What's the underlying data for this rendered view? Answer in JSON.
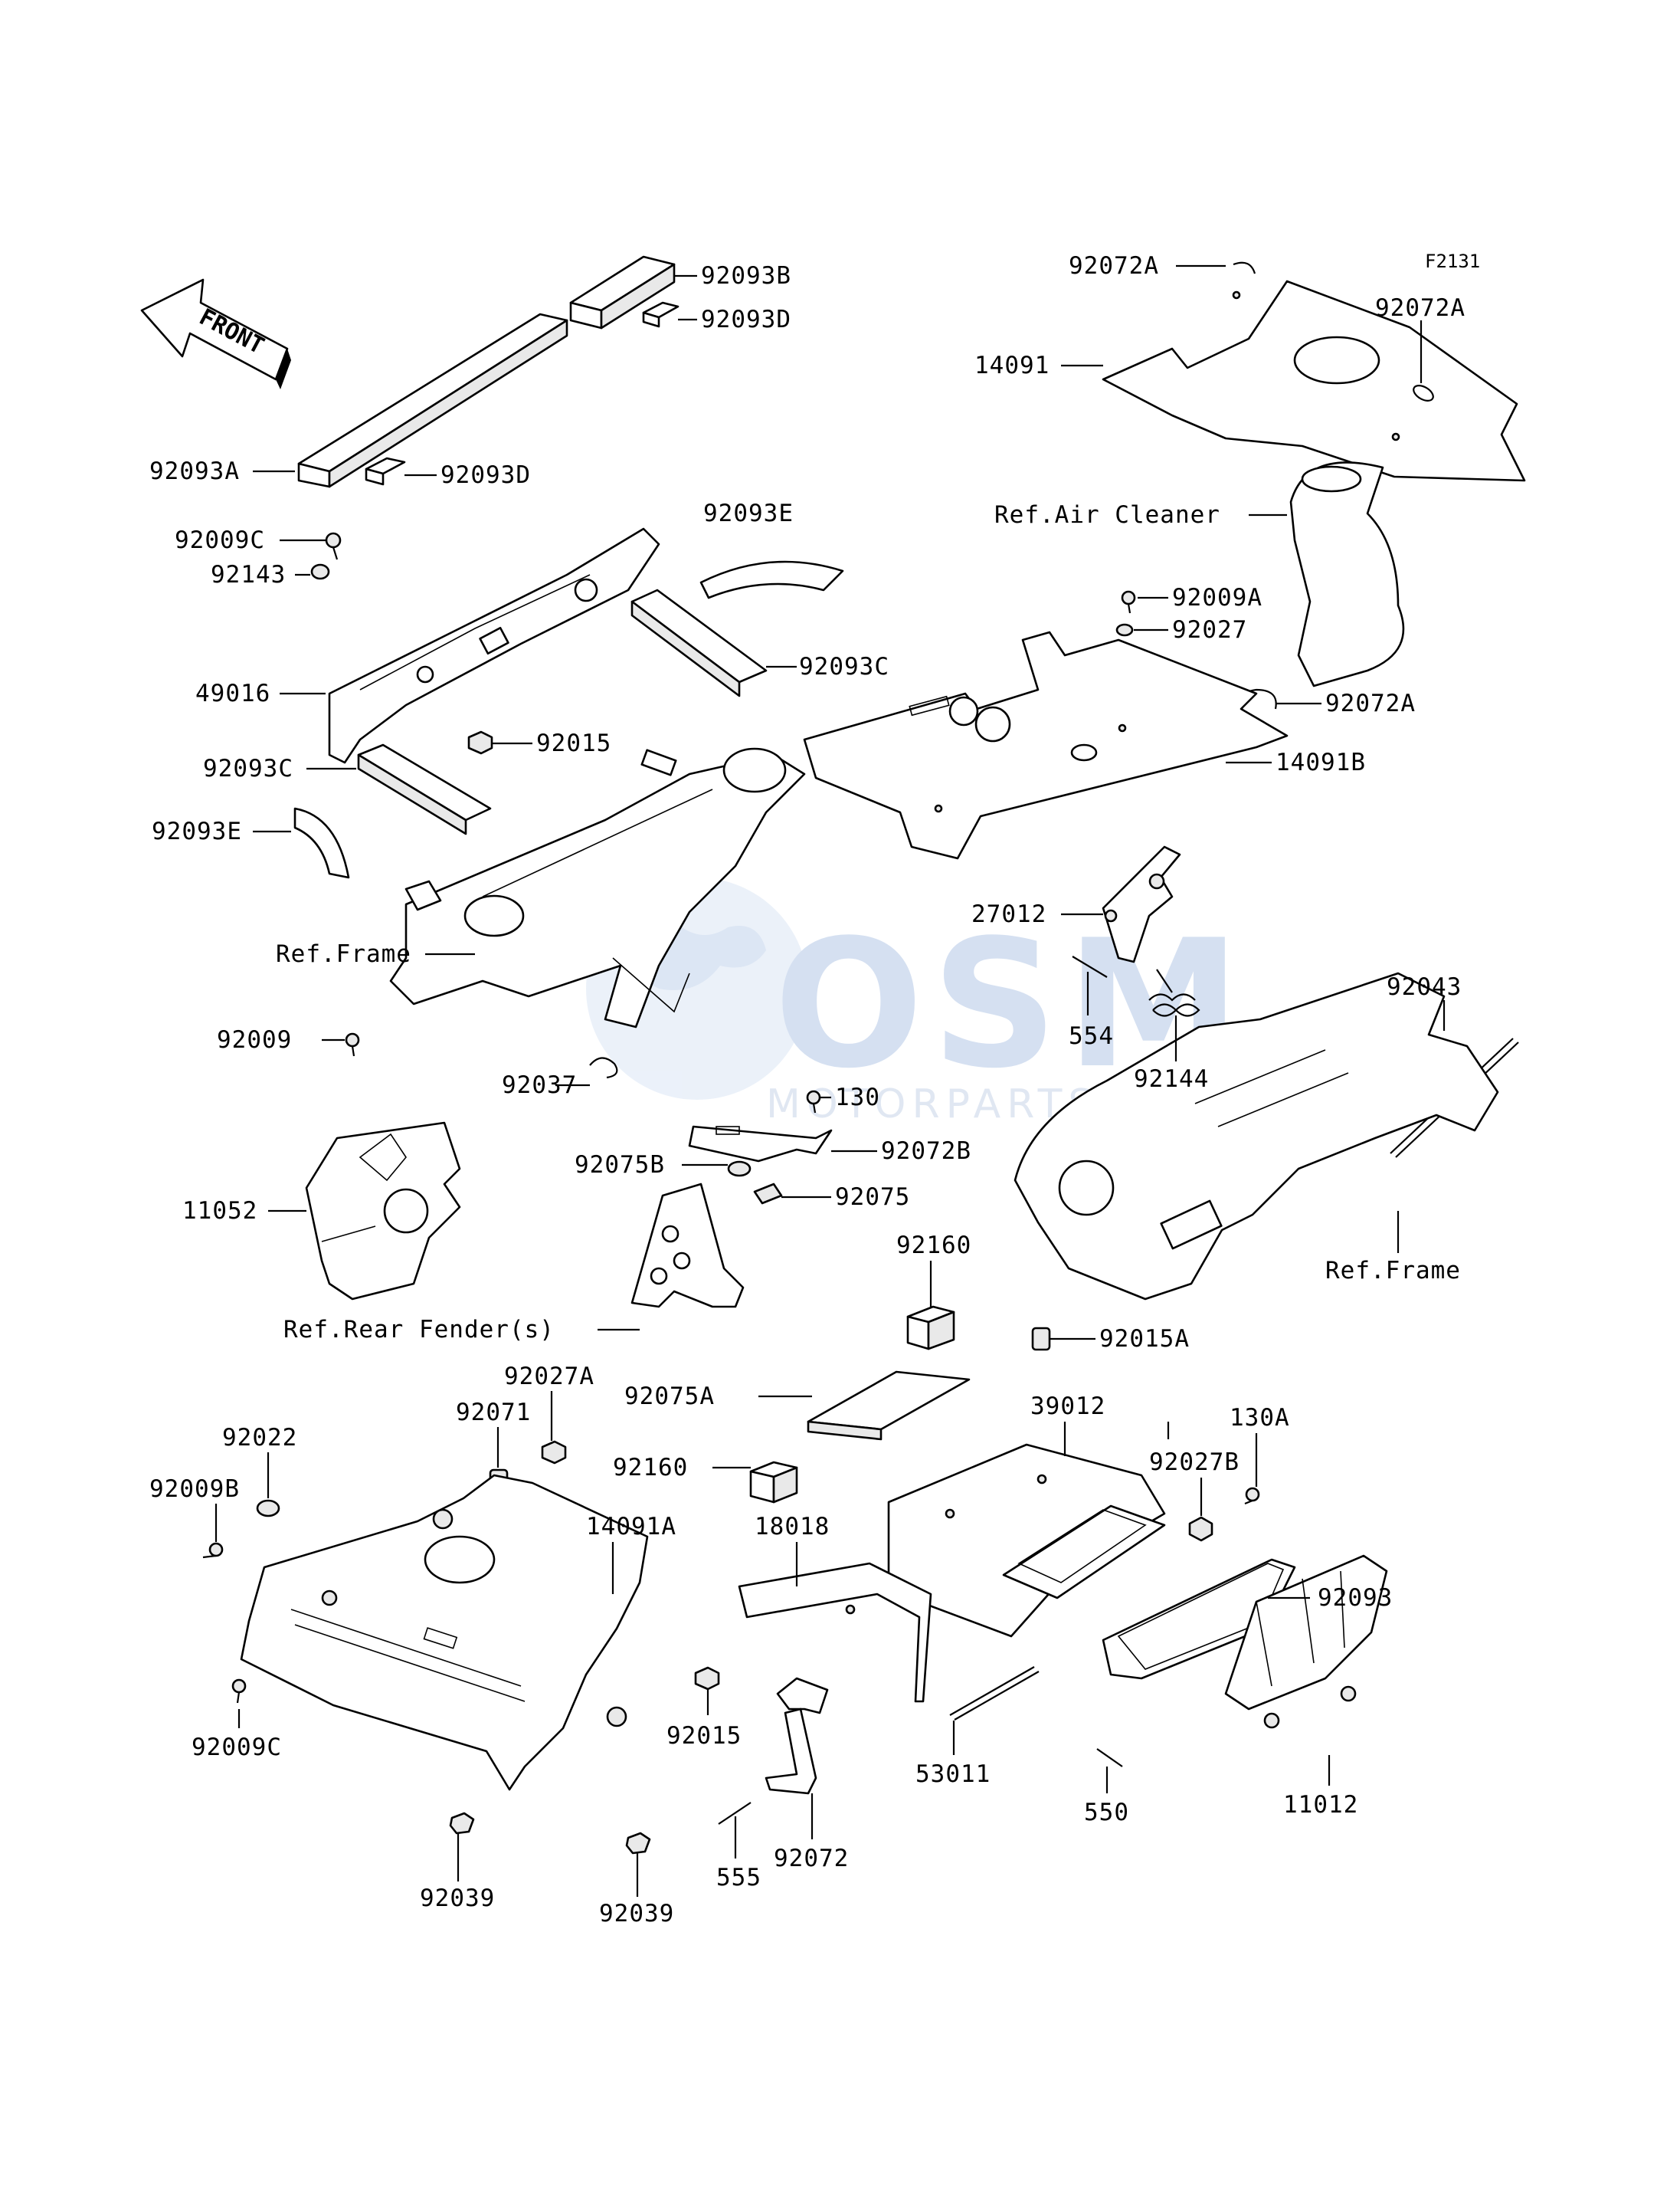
{
  "figure_code": "F2131",
  "front_arrow_label": "FRONT",
  "watermark": {
    "brand": "OSM",
    "tagline": "MOTORPARTS"
  },
  "callouts": [
    {
      "id": "92093B",
      "text": "92093B"
    },
    {
      "id": "92093D_top",
      "text": "92093D"
    },
    {
      "id": "92093A",
      "text": "92093A"
    },
    {
      "id": "92093D_mid",
      "text": "92093D"
    },
    {
      "id": "92009C_top",
      "text": "92009C"
    },
    {
      "id": "92143",
      "text": "92143"
    },
    {
      "id": "92093E_top",
      "text": "92093E"
    },
    {
      "id": "92093C_right",
      "text": "92093C"
    },
    {
      "id": "49016",
      "text": "49016"
    },
    {
      "id": "92015_top",
      "text": "92015"
    },
    {
      "id": "92093C_left",
      "text": "92093C"
    },
    {
      "id": "92093E_left",
      "text": "92093E"
    },
    {
      "id": "ref_frame_left",
      "text": "Ref.Frame"
    },
    {
      "id": "92072A_top",
      "text": "92072A"
    },
    {
      "id": "92072A_right",
      "text": "92072A"
    },
    {
      "id": "14091",
      "text": "14091"
    },
    {
      "id": "ref_air_cleaner",
      "text": "Ref.Air Cleaner"
    },
    {
      "id": "92009A",
      "text": "92009A"
    },
    {
      "id": "92027",
      "text": "92027"
    },
    {
      "id": "92072A_mid",
      "text": "92072A"
    },
    {
      "id": "14091B",
      "text": "14091B"
    },
    {
      "id": "27012",
      "text": "27012"
    },
    {
      "id": "554",
      "text": "554"
    },
    {
      "id": "92043",
      "text": "92043"
    },
    {
      "id": "92144",
      "text": "92144"
    },
    {
      "id": "ref_frame_right",
      "text": "Ref.Frame"
    },
    {
      "id": "92009",
      "text": "92009"
    },
    {
      "id": "92037",
      "text": "92037"
    },
    {
      "id": "130",
      "text": "130"
    },
    {
      "id": "92072B",
      "text": "92072B"
    },
    {
      "id": "92075B",
      "text": "92075B"
    },
    {
      "id": "92075",
      "text": "92075"
    },
    {
      "id": "11052",
      "text": "11052"
    },
    {
      "id": "92160_top",
      "text": "92160"
    },
    {
      "id": "ref_rear_fender",
      "text": "Ref.Rear Fender(s)"
    },
    {
      "id": "92015A",
      "text": "92015A"
    },
    {
      "id": "92075A",
      "text": "92075A"
    },
    {
      "id": "39012",
      "text": "39012"
    },
    {
      "id": "92027A",
      "text": "92027A"
    },
    {
      "id": "92071",
      "text": "92071"
    },
    {
      "id": "92022",
      "text": "92022"
    },
    {
      "id": "92009B",
      "text": "92009B"
    },
    {
      "id": "92160_mid",
      "text": "92160"
    },
    {
      "id": "130A",
      "text": "130A"
    },
    {
      "id": "92027B",
      "text": "92027B"
    },
    {
      "id": "14091A",
      "text": "14091A"
    },
    {
      "id": "18018",
      "text": "18018"
    },
    {
      "id": "92093",
      "text": "92093"
    },
    {
      "id": "92009C_bottom",
      "text": "92009C"
    },
    {
      "id": "92015_bottom",
      "text": "92015"
    },
    {
      "id": "53011",
      "text": "53011"
    },
    {
      "id": "550",
      "text": "550"
    },
    {
      "id": "11012",
      "text": "11012"
    },
    {
      "id": "92039_left",
      "text": "92039"
    },
    {
      "id": "92039_right",
      "text": "92039"
    },
    {
      "id": "555",
      "text": "555"
    },
    {
      "id": "92072",
      "text": "92072"
    }
  ]
}
